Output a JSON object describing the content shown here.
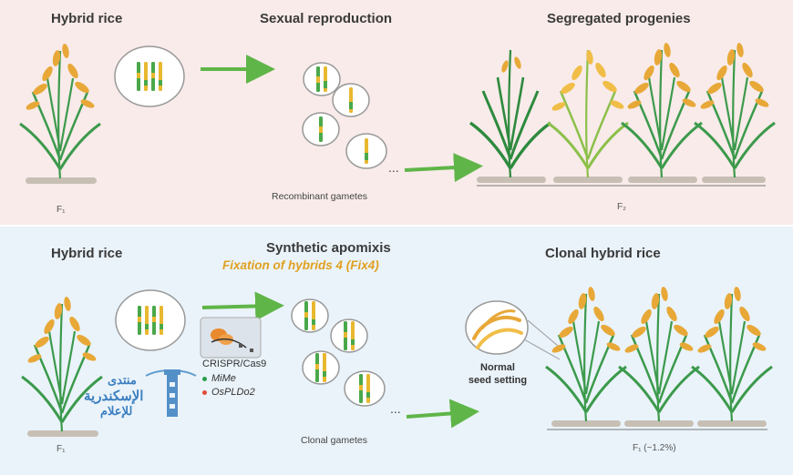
{
  "top": {
    "title_left": "Hybrid rice",
    "title_mid": "Sexual reproduction",
    "title_right": "Segregated progenies",
    "gamete_label": "Recombinant gametes",
    "gen_left": "F₁",
    "gen_right": "F₂",
    "ellipsis": "..."
  },
  "bottom": {
    "title_left": "Hybrid rice",
    "title_mid": "Synthetic apomixis",
    "subtitle_mid": "Fixation of hybrids 4 (Fix4)",
    "title_right": "Clonal hybrid rice",
    "legend": [
      "CRISPR/Cas9",
      "MiMe",
      "OsPLDo2"
    ],
    "seed_label_1": "Normal",
    "seed_label_2": "seed setting",
    "gamete_label": "Clonal gametes",
    "gen_left": "F₁",
    "gen_right": "F₁ (~1.2%)",
    "ellipsis": "..."
  },
  "watermark_text": [
    "منتدى",
    "الإسكندرية",
    "للإعلام"
  ],
  "colors": {
    "top_bg": "#f8ebe9",
    "bottom_bg": "#eaf3fa",
    "arrow": "#5fb548",
    "plant_green": "#3c9a4c",
    "grain": "#e8a838",
    "soil": "#c8bfb4",
    "legend_dot_green": "#2a9d4a",
    "legend_dot_red": "#e04a3a"
  }
}
